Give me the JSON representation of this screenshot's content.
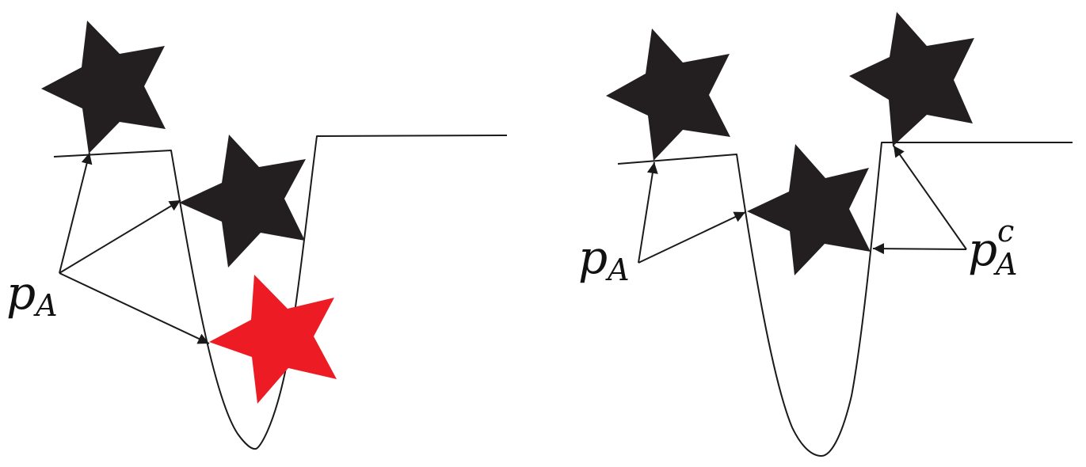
{
  "panels": [
    {
      "id": "left",
      "viewpoint_label": {
        "base": "p",
        "sub": "A",
        "sup": ""
      },
      "stars": [
        {
          "role": "visible",
          "color": "#231f20"
        },
        {
          "role": "visible",
          "color": "#231f20"
        },
        {
          "role": "occluded",
          "color": "#ed1c24"
        }
      ],
      "rays": 3
    },
    {
      "id": "right",
      "viewpoint_labels": [
        {
          "base": "p",
          "sub": "A",
          "sup": ""
        },
        {
          "base": "p",
          "sub": "A",
          "sup": "c"
        }
      ],
      "stars": [
        {
          "role": "visible",
          "color": "#231f20"
        },
        {
          "role": "visible",
          "color": "#231f20"
        },
        {
          "role": "visible",
          "color": "#231f20"
        }
      ],
      "rays": 4
    }
  ],
  "colors": {
    "ink": "#1a1a1a",
    "star": "#231f20",
    "occluded_star": "#ed1c24",
    "background": "#ffffff"
  }
}
